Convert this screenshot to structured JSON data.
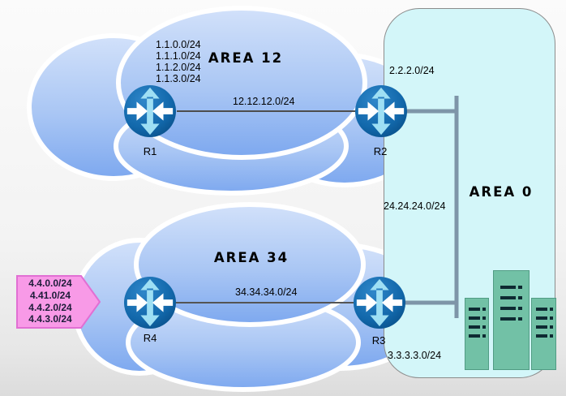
{
  "areas": {
    "area12": {
      "label": "AREA 12"
    },
    "area34": {
      "label": "AREA 34"
    },
    "area0": {
      "label": "AREA 0"
    }
  },
  "routers": {
    "r1": {
      "label": "R1"
    },
    "r2": {
      "label": "R2"
    },
    "r3": {
      "label": "R3"
    },
    "r4": {
      "label": "R4"
    }
  },
  "networks": {
    "r1_networks": [
      "1.1.0.0/24",
      "1.1.1.0/24",
      "1.1.2.0/24",
      "1.1.3.0/24"
    ],
    "r1_r2_link": "12.12.12.0/24",
    "r2_network": "2.2.2.0/24",
    "r2_r3_link": "24.24.24.0/24",
    "r4_r3_link": "34.34.34.0/24",
    "r3_network": "3.3.3.3.0/24",
    "r4_networks": [
      "4.4.0.0/24",
      "4.41.0/24",
      "4.4.2.0/24",
      "4.4.3.0/24"
    ]
  },
  "icons": {
    "router": "cisco-router-icon",
    "server": "server-rack-icon",
    "cloud": "network-cloud-shape",
    "callout": "right-arrow-callout"
  },
  "colors": {
    "area0_fill": "#d3f6f9",
    "area0_border": "#8c8c8c",
    "cloud_gradient_top": "#d2e1fa",
    "cloud_gradient_bottom": "#7da8ef",
    "router_blue": "#0f64a8",
    "router_arrow_cyan": "#9edff4",
    "router_arrow_white": "#ffffff",
    "link_line": "#4d4d4d",
    "bus_line": "#7e95a8",
    "server_fill": "#72c1a6",
    "server_detail": "#0e2a32",
    "callout_fill": "#f89ae7",
    "callout_border": "#e16fd3",
    "label_text": "#000000"
  }
}
